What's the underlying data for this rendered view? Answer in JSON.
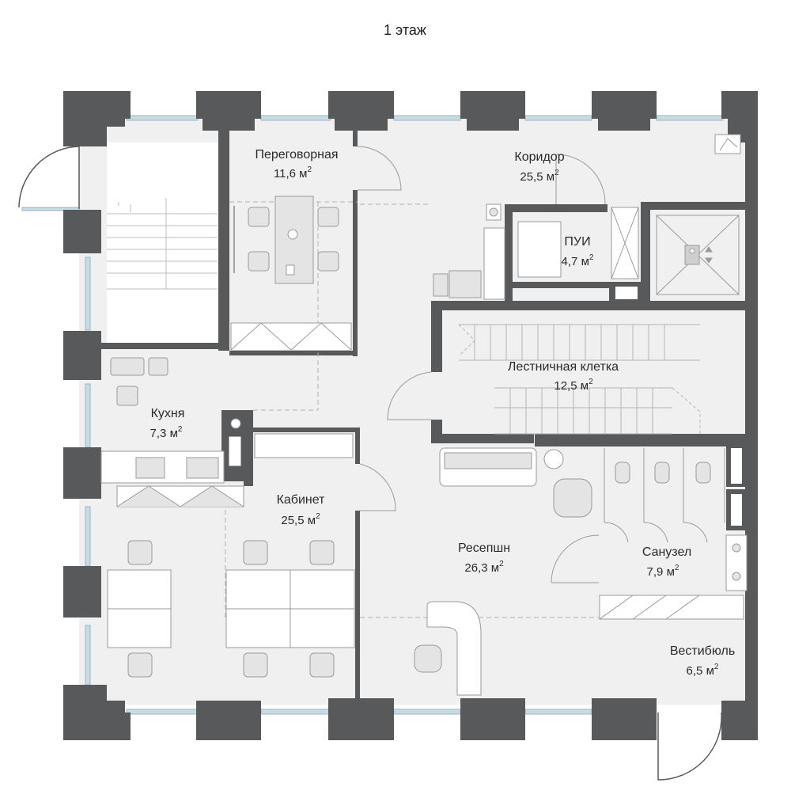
{
  "floor_title": "1 этаж",
  "rooms": [
    {
      "id": "meeting",
      "name": "Переговорная",
      "area": "11,6 м",
      "sup": "2"
    },
    {
      "id": "corridor",
      "name": "Коридор",
      "area": "25,5 м",
      "sup": "2"
    },
    {
      "id": "pui",
      "name": "ПУИ",
      "area": "4,7 м",
      "sup": "2"
    },
    {
      "id": "stairwell",
      "name": "Лестничная клетка",
      "area": "12,5 м",
      "sup": "2"
    },
    {
      "id": "kitchen",
      "name": "Кухня",
      "area": "7,3 м",
      "sup": "2"
    },
    {
      "id": "office",
      "name": "Кабинет",
      "area": "25,5 м",
      "sup": "2"
    },
    {
      "id": "reception",
      "name": "Ресепшн",
      "area": "26,3 м",
      "sup": "2"
    },
    {
      "id": "wc",
      "name": "Санузел",
      "area": "7,9 м",
      "sup": "2"
    },
    {
      "id": "vestibule",
      "name": "Вестибюль",
      "area": "6,5 м",
      "sup": "2"
    }
  ],
  "colors": {
    "wall": "#58595b",
    "floor": "#f0f0f0",
    "line": "#9a9a9a",
    "dash": "#b0b0b0",
    "window": "#c8dce6",
    "text": "#2a2a2a"
  },
  "icons": [
    "elevator-icon",
    "plant-icon"
  ]
}
